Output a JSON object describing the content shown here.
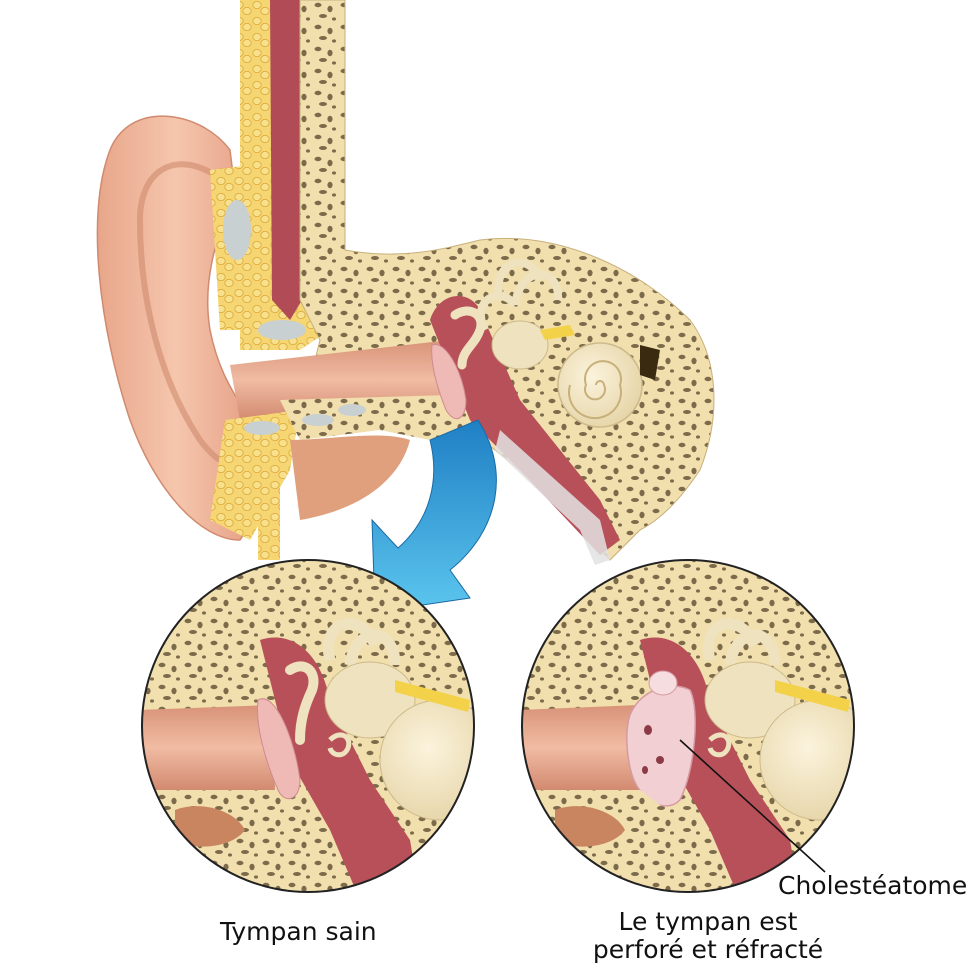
{
  "labels": {
    "healthy_caption": "Tympan sain",
    "perforated_caption_line1": "Le tympan est",
    "perforated_caption_line2": "perforé et réfracté",
    "cholesteatoma": "Cholestéatome"
  },
  "colors": {
    "skin": "#efb79a",
    "skin_dark": "#d8927a",
    "fat": "#f3cf6a",
    "bone": "#f1dfae",
    "bone_pore": "#7c6b4b",
    "canal_red": "#b8505a",
    "cochlea": "#f0e3bf",
    "arrow_blue": "#3aa7dc",
    "cholesteatoma": "#f2cfd3"
  }
}
